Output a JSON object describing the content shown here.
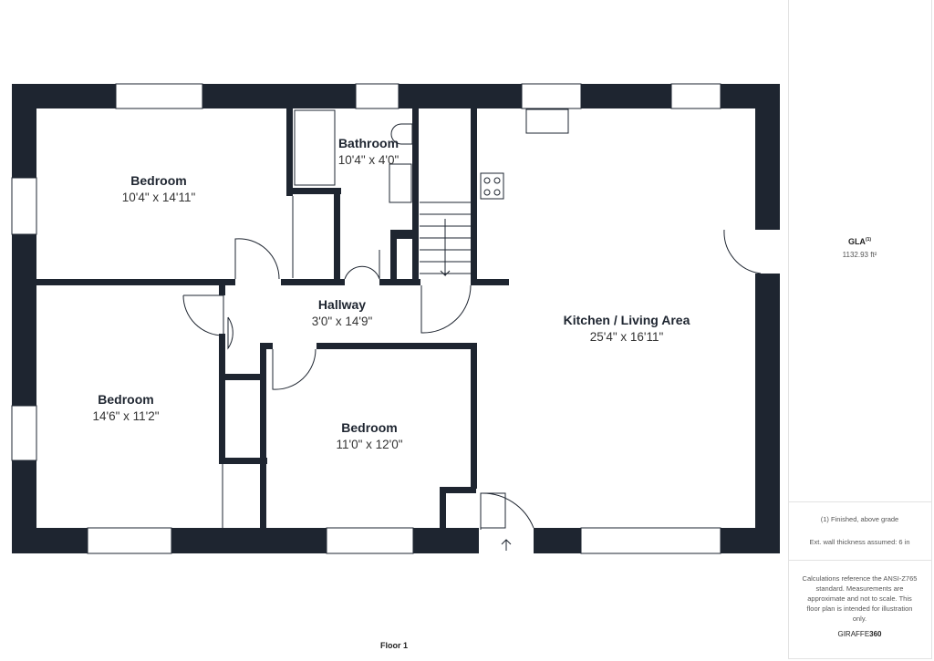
{
  "rooms": [
    {
      "name": "Bedroom",
      "dims": "10'4\" x 14'11\""
    },
    {
      "name": "Bathroom",
      "dims": "10'4\" x 4'0\""
    },
    {
      "name": "Hallway",
      "dims": "3'0\" x 14'9\""
    },
    {
      "name": "Kitchen / Living Area",
      "dims": "25'4\" x 16'11\""
    },
    {
      "name": "Bedroom",
      "dims": "14'6\" x 11'2\""
    },
    {
      "name": "Bedroom",
      "dims": "11'0\" x 12'0\""
    }
  ],
  "floor_label": "Floor 1",
  "panel": {
    "gla_label": "GLA",
    "gla_sup": "(1)",
    "gla_value": "1132.93 ft²",
    "note1": "(1) Finished, above grade",
    "note2": "Ext. wall thickness assumed: 6 in",
    "disclaimer": "Calculations reference the ANSI-Z765 standard. Measurements are approximate and not to scale. This floor plan is intended for illustration only.",
    "brand_a": "GIRAFFE",
    "brand_b": "360"
  },
  "colors": {
    "wall": "#1e2530"
  }
}
